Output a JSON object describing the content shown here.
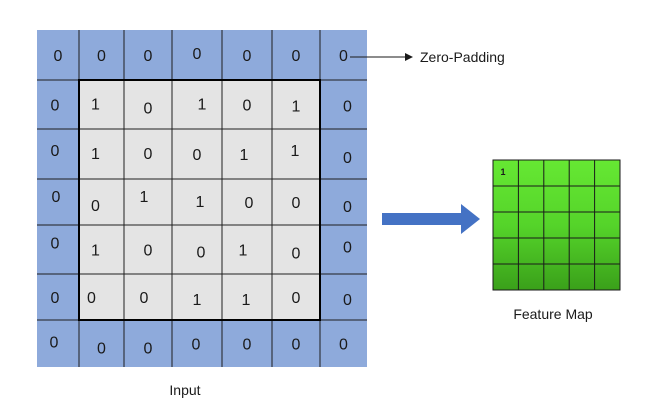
{
  "input_grid": [
    [
      "0",
      "0",
      "0",
      "0",
      "0",
      "0",
      "0"
    ],
    [
      "0",
      "1",
      "0",
      "1",
      "0",
      "1",
      "0"
    ],
    [
      "0",
      "1",
      "0",
      "0",
      "1",
      "1",
      "0"
    ],
    [
      "0",
      "0",
      "1",
      "1",
      "0",
      "0",
      "0"
    ],
    [
      "0",
      "1",
      "0",
      "0",
      "1",
      "0",
      "0"
    ],
    [
      "0",
      "0",
      "0",
      "1",
      "1",
      "0",
      "0"
    ],
    [
      "0",
      "0",
      "0",
      "0",
      "0",
      "0",
      "0"
    ]
  ],
  "padding_label": "Zero-Padding",
  "input_label": "Input",
  "feature_map": {
    "label": "Feature Map",
    "rows": 5,
    "cols": 5,
    "first_value": "1"
  },
  "colors": {
    "padding": "#8eaadb",
    "inner": "#e4e4e4",
    "grid_line": "#1f1f1f",
    "arrow": "#4472c4",
    "feature_light": "#66e833",
    "feature_dark": "#3aa01a"
  }
}
